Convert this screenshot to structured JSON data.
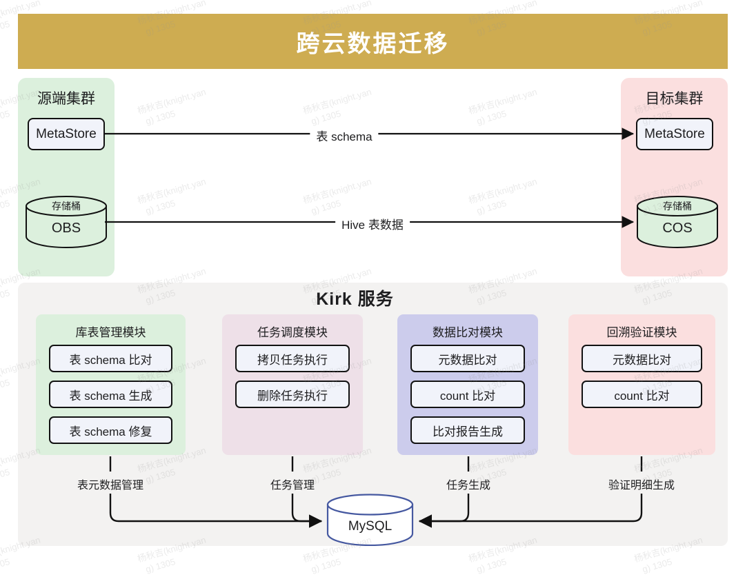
{
  "title": {
    "text": "跨云数据迁移",
    "banner_color": "#ceac51",
    "text_color": "#ffffff"
  },
  "clusters": {
    "source": {
      "title": "源端集群",
      "panel_color": "#dcf0dd",
      "metastore": "MetaStore",
      "bucket": {
        "cap": "存储桶",
        "name": "OBS"
      }
    },
    "target": {
      "title": "目标集群",
      "panel_color": "#fbdfdf",
      "metastore": "MetaStore",
      "bucket": {
        "cap": "存储桶",
        "name": "COS"
      }
    }
  },
  "flows": [
    {
      "label": "表 schema",
      "from": "source-metastore",
      "to": "target-metastore"
    },
    {
      "label": "Hive 表数据",
      "from": "source-bucket",
      "to": "target-bucket"
    }
  ],
  "kirk": {
    "title": "Kirk 服务",
    "panel_color": "#f3f2f1",
    "modules": [
      {
        "title": "库表管理模块",
        "color": "#dcf0dd",
        "items": [
          "表 schema 比对",
          "表 schema 生成",
          "表 schema 修复"
        ],
        "connector_label": "表元数据管理"
      },
      {
        "title": "任务调度模块",
        "color": "#eee0e8",
        "items": [
          "拷贝任务执行",
          "删除任务执行"
        ],
        "connector_label": "任务管理"
      },
      {
        "title": "数据比对模块",
        "color": "#ccccec",
        "items": [
          "元数据比对",
          "count 比对",
          "比对报告生成"
        ],
        "connector_label": "任务生成"
      },
      {
        "title": "回溯验证模块",
        "color": "#fbdfdf",
        "items": [
          "元数据比对",
          "count 比对"
        ],
        "connector_label": "验证明细生成"
      }
    ],
    "database": {
      "name": "MySQL",
      "stroke_color": "#4558a0"
    }
  },
  "watermark": {
    "line1": "杨秋吉(knight.yan",
    "line2": "g) 1305"
  }
}
